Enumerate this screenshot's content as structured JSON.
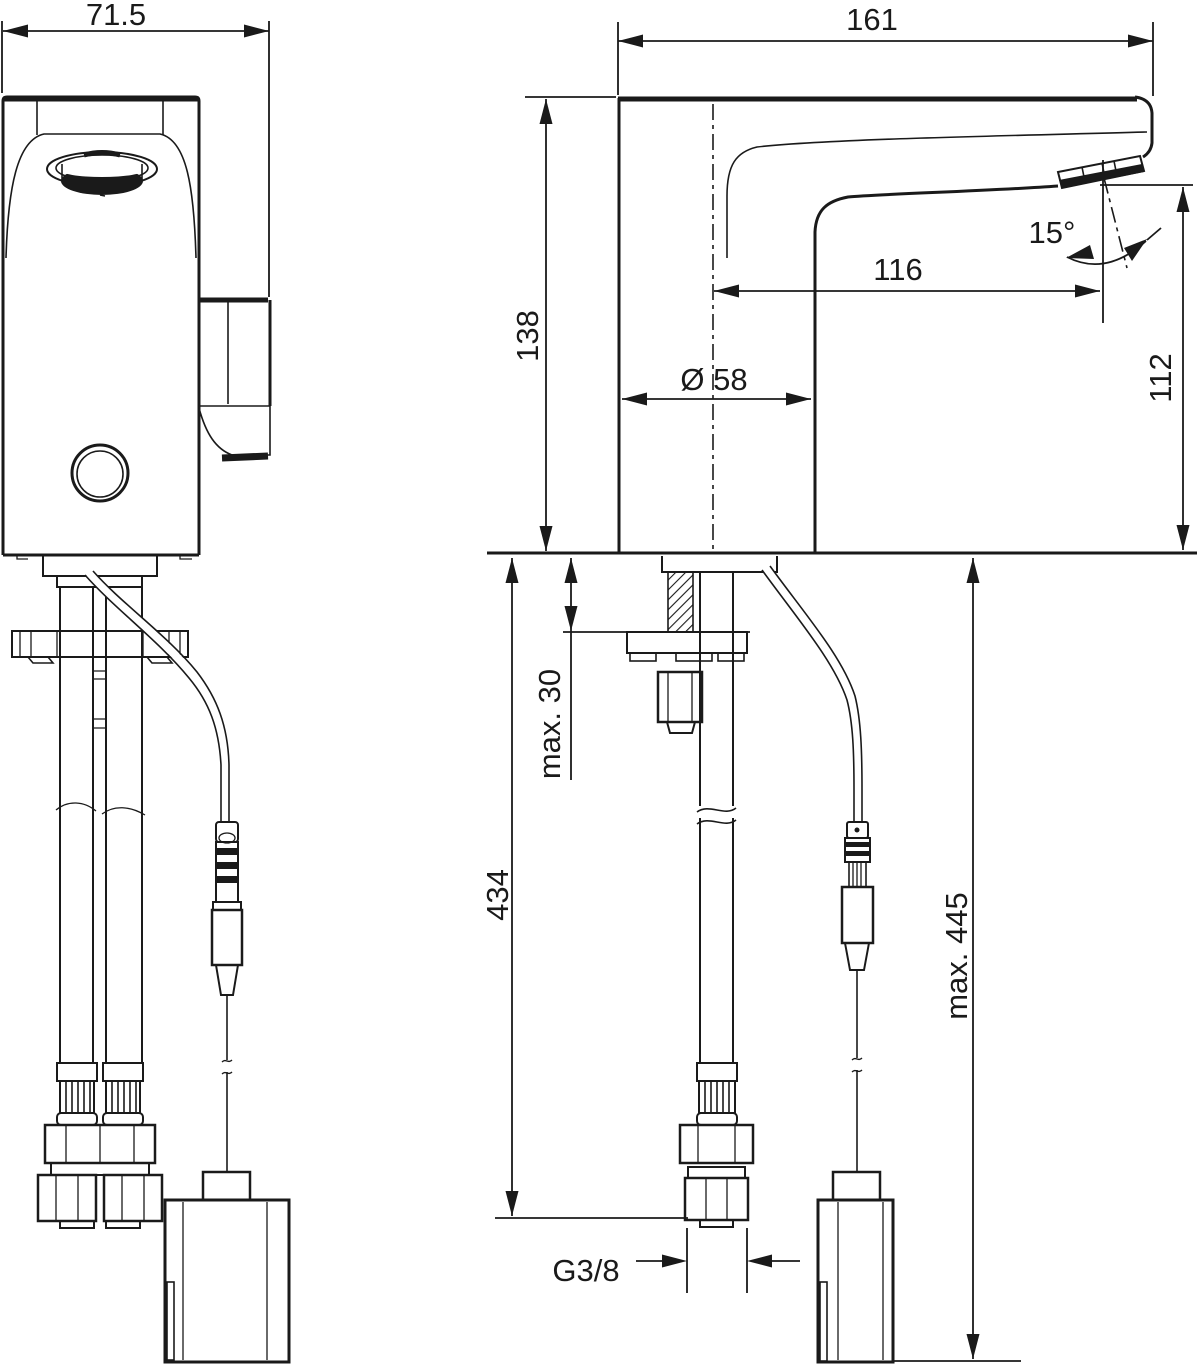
{
  "drawing": {
    "type": "technical-dimension-drawing",
    "subject": "sensor basin faucet, front and side views with installation parts",
    "colors": {
      "ink": "#1a1a1a",
      "paper": "#ffffff"
    },
    "dims": {
      "front_width": {
        "label": "71.5"
      },
      "spout_overall": {
        "label": "161"
      },
      "body_height": {
        "label": "138"
      },
      "spout_reach": {
        "label": "116"
      },
      "spout_angle": {
        "label": "15°"
      },
      "base_diameter": {
        "label": "Ø 58"
      },
      "outlet_height": {
        "label": "112"
      },
      "deck_max": {
        "label": "max. 30"
      },
      "hose_length": {
        "label": "434"
      },
      "cable_max": {
        "label": "max. 445"
      },
      "thread": {
        "label": "G3/8"
      }
    }
  }
}
